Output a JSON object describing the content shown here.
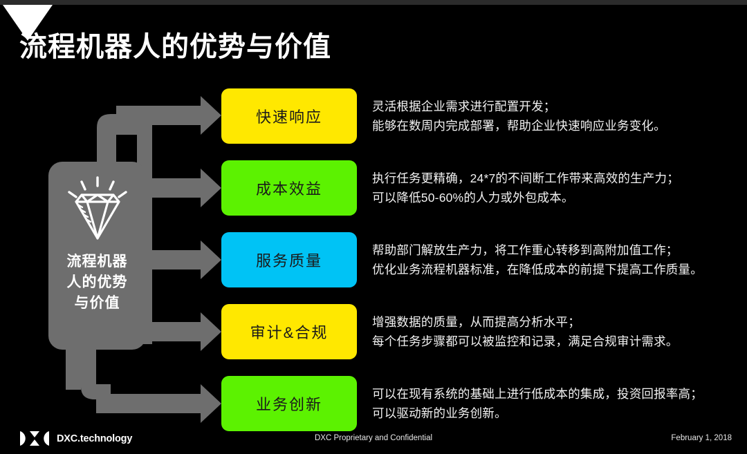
{
  "slide": {
    "title": "流程机器人的优势与价值",
    "background": "#000000",
    "top_band_color": "#2b2b2b",
    "corner_marker": "white-down-triangle"
  },
  "source": {
    "icon": "diamond-icon",
    "label_lines": [
      "流程机器",
      "人的优势",
      "与价值"
    ],
    "label_full": "流程机器人的优势与价值",
    "card_color": "#6e6e6e"
  },
  "connector": {
    "color": "#6e6e6e",
    "shape": "trunk-with-right-arrows"
  },
  "rows": [
    {
      "chip_label": "快速响应",
      "chip_color": "#ffe800",
      "chip_text_color": "#1a1a1a",
      "desc_lines": [
        "灵活根据企业需求进行配置开发；",
        "能够在数周内完成部署，帮助企业快速响应业务变化。"
      ]
    },
    {
      "chip_label": "成本效益",
      "chip_color": "#5cf201",
      "chip_text_color": "#1a1a1a",
      "desc_lines": [
        "执行任务更精确，24*7的不间断工作带来高效的生产力；",
        "可以降低50-60%的人力或外包成本。"
      ]
    },
    {
      "chip_label": "服务质量",
      "chip_color": "#00c3f5",
      "chip_text_color": "#1a1a1a",
      "desc_lines": [
        "帮助部门解放生产力，将工作重心转移到高附加值工作；",
        "优化业务流程机器标准，在降低成本的前提下提高工作质量。"
      ]
    },
    {
      "chip_label": "审计&合规",
      "chip_color": "#ffe800",
      "chip_text_color": "#1a1a1a",
      "desc_lines": [
        "增强数据的质量，从而提高分析水平；",
        "每个任务步骤都可以被监控和记录，满足合规审计需求。"
      ]
    },
    {
      "chip_label": "业务创新",
      "chip_color": "#5cf201",
      "chip_text_color": "#1a1a1a",
      "desc_lines": [
        "可以在现有系统的基础上进行低成本的集成，投资回报率高；",
        "可以驱动新的业务创新。"
      ]
    }
  ],
  "footer": {
    "logo_icon": "dxc-logo-icon",
    "logo_text": "DXC.technology",
    "center_text": "DXC Proprietary and Confidential",
    "right_text": "February 1, 2018"
  }
}
